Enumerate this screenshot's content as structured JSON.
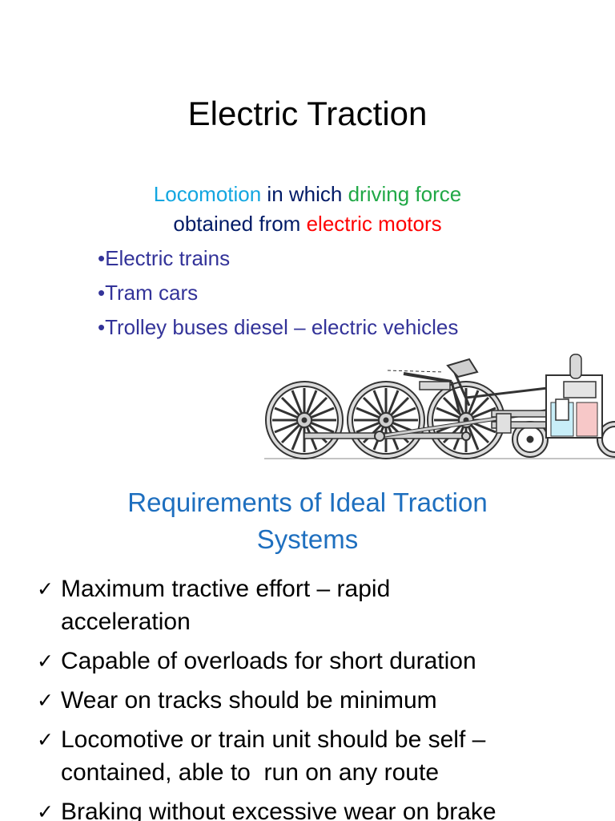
{
  "slide": {
    "title": "Electric Traction",
    "definition": {
      "segments_line1": [
        {
          "text": "Locomotion",
          "color": "#12a6e0"
        },
        {
          "text": " in which ",
          "color": "#001a66"
        },
        {
          "text": "driving force",
          "color": "#20a846"
        }
      ],
      "segments_line2": [
        {
          "text": "obtained from ",
          "color": "#001a66"
        },
        {
          "text": "electric motors",
          "color": "#ff0000"
        }
      ]
    },
    "bullets": [
      "•Electric trains",
      "•Tram cars",
      "•Trolley buses diesel – electric vehicles"
    ],
    "image": {
      "icon": "steam-locomotive-wheels-icon"
    },
    "requirements_heading": [
      "Requirements of Ideal Traction",
      "Systems"
    ],
    "requirements": [
      "Maximum tractive effort – rapid\nacceleration",
      "Capable of overloads for short duration",
      "Wear on tracks should be minimum",
      "Locomotive or train unit should be self –\ncontained, able to  run on any route",
      "Braking without excessive wear on brake"
    ],
    "check_glyph": "✓"
  }
}
